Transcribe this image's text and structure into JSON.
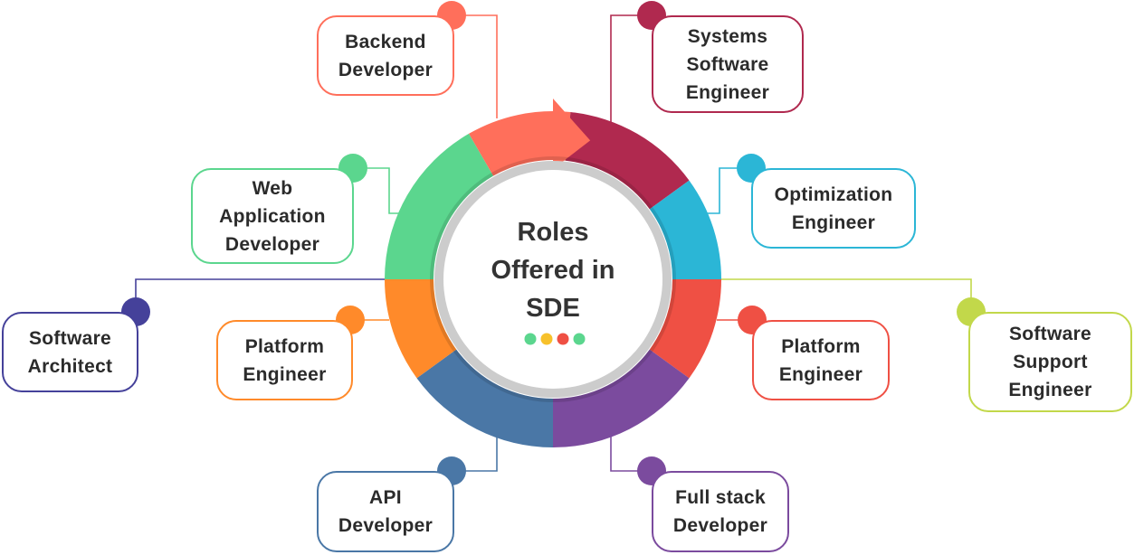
{
  "center": {
    "lines": [
      "Roles",
      "Offered in",
      "SDE"
    ]
  },
  "roles": [
    {
      "id": "backend-developer",
      "lines": [
        "Backend",
        "Developer"
      ],
      "color": "#FF6F5B"
    },
    {
      "id": "systems-software-engineer",
      "lines": [
        "Systems",
        "Software",
        "Engineer"
      ],
      "color": "#B0294F"
    },
    {
      "id": "optimization-engineer",
      "lines": [
        "Optimization",
        "Engineer"
      ],
      "color": "#2BB6D6"
    },
    {
      "id": "software-support-engineer",
      "lines": [
        "Software",
        "Support",
        "Engineer"
      ],
      "color": "#C2D84A"
    },
    {
      "id": "platform-engineer-right",
      "lines": [
        "Platform",
        "Engineer"
      ],
      "color": "#EF5044"
    },
    {
      "id": "full-stack-developer",
      "lines": [
        "Full stack",
        "Developer"
      ],
      "color": "#7B4B9E"
    },
    {
      "id": "api-developer",
      "lines": [
        "API",
        "Developer"
      ],
      "color": "#4A77A6"
    },
    {
      "id": "platform-engineer-left",
      "lines": [
        "Platform",
        "Engineer"
      ],
      "color": "#FF8A2A"
    },
    {
      "id": "software-architect",
      "lines": [
        "Software",
        "Architect"
      ],
      "color": "#45419A"
    },
    {
      "id": "web-application-developer",
      "lines": [
        "Web",
        "Application",
        "Developer"
      ],
      "color": "#5BD68E"
    }
  ],
  "center_dots": [
    "#5BD68E",
    "#F7C12B",
    "#EF5044",
    "#5BD68E"
  ],
  "ring_inner_color": "#CCCCCC"
}
